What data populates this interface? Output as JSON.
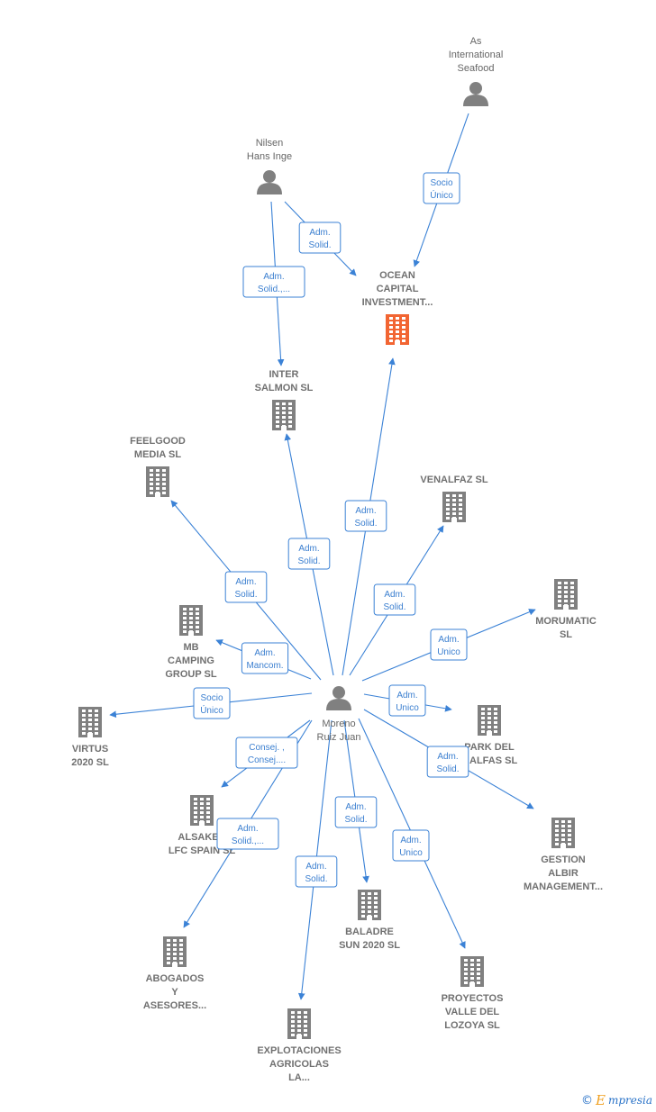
{
  "colors": {
    "edge": "#3b82d6",
    "company_icon": "#808080",
    "focus_icon": "#f26532",
    "person_icon": "#808080"
  },
  "nodes": [
    {
      "id": "as_international",
      "type": "person",
      "label": [
        "As",
        "International",
        "Seafood"
      ]
    },
    {
      "id": "nilsen",
      "type": "person",
      "label": [
        "Nilsen",
        "Hans Inge"
      ]
    },
    {
      "id": "ocean",
      "type": "focus",
      "label": [
        "OCEAN",
        "CAPITAL",
        "INVESTMENT..."
      ]
    },
    {
      "id": "inter_salmon",
      "type": "company",
      "label": [
        "INTER",
        "SALMON  SL"
      ]
    },
    {
      "id": "feelgood",
      "type": "company",
      "label": [
        "FEELGOOD",
        "MEDIA  SL"
      ]
    },
    {
      "id": "venalfaz",
      "type": "company",
      "label": [
        "VENALFAZ  SL"
      ]
    },
    {
      "id": "morumatic",
      "type": "company",
      "label": [
        "MORUMATIC",
        "SL"
      ]
    },
    {
      "id": "mb_camping",
      "type": "company",
      "label": [
        "MB",
        "CAMPING",
        "GROUP  SL"
      ]
    },
    {
      "id": "moreno",
      "type": "person",
      "label": [
        "Moreno",
        "Ruiz Juan"
      ]
    },
    {
      "id": "virtus",
      "type": "company",
      "label": [
        "VIRTUS",
        "2020  SL"
      ]
    },
    {
      "id": "park_del",
      "type": "company",
      "label": [
        "PARK DEL",
        "L ALFAS  SL"
      ]
    },
    {
      "id": "alsaker",
      "type": "company",
      "label": [
        "ALSAKER",
        "LFC SPAIN  SL"
      ]
    },
    {
      "id": "gestion_albir",
      "type": "company",
      "label": [
        "GESTION",
        "ALBIR",
        "MANAGEMENT..."
      ]
    },
    {
      "id": "baladre",
      "type": "company",
      "label": [
        "BALADRE",
        "SUN 2020  SL"
      ]
    },
    {
      "id": "abogados",
      "type": "company",
      "label": [
        "ABOGADOS",
        "Y",
        "ASESORES..."
      ]
    },
    {
      "id": "proyectos",
      "type": "company",
      "label": [
        "PROYECTOS",
        "VALLE DEL",
        "LOZOYA  SL"
      ]
    },
    {
      "id": "explotaciones",
      "type": "company",
      "label": [
        "EXPLOTACIONES",
        "AGRICOLAS",
        "LA..."
      ]
    }
  ],
  "edges": [
    {
      "from": "as_international",
      "to": "ocean",
      "label": [
        "Socio",
        "Único"
      ]
    },
    {
      "from": "nilsen",
      "to": "ocean",
      "label": [
        "Adm.",
        "Solid."
      ]
    },
    {
      "from": "nilsen",
      "to": "inter_salmon",
      "label": [
        "Adm.",
        "Solid.,..."
      ]
    },
    {
      "from": "moreno",
      "to": "ocean",
      "label": [
        "Adm.",
        "Solid."
      ]
    },
    {
      "from": "moreno",
      "to": "inter_salmon",
      "label": [
        "Adm.",
        "Solid."
      ]
    },
    {
      "from": "moreno",
      "to": "feelgood",
      "label": [
        "Adm.",
        "Solid."
      ]
    },
    {
      "from": "moreno",
      "to": "venalfaz",
      "label": [
        "Adm.",
        "Solid."
      ]
    },
    {
      "from": "moreno",
      "to": "morumatic",
      "label": [
        "Adm.",
        "Unico"
      ]
    },
    {
      "from": "moreno",
      "to": "mb_camping",
      "label": [
        "Adm.",
        "Mancom."
      ]
    },
    {
      "from": "moreno",
      "to": "virtus",
      "label": [
        "Socio",
        "Único"
      ]
    },
    {
      "from": "moreno",
      "to": "park_del",
      "label": [
        "Adm.",
        "Unico"
      ]
    },
    {
      "from": "moreno",
      "to": "gestion_albir",
      "label": [
        "Adm.",
        "Solid."
      ]
    },
    {
      "from": "moreno",
      "to": "alsaker",
      "label": [
        "Consej. ,",
        "Consej...."
      ]
    },
    {
      "from": "moreno",
      "to": "abogados",
      "label": [
        "Adm.",
        "Solid.,..."
      ]
    },
    {
      "from": "moreno",
      "to": "baladre",
      "label": [
        "Adm.",
        "Solid."
      ]
    },
    {
      "from": "moreno",
      "to": "proyectos",
      "label": [
        "Adm.",
        "Unico"
      ]
    },
    {
      "from": "moreno",
      "to": "explotaciones",
      "label": [
        "Adm.",
        "Solid."
      ]
    }
  ],
  "footer": {
    "copyright": "©",
    "brand_initial": "E",
    "brand_rest": "mpresia"
  }
}
